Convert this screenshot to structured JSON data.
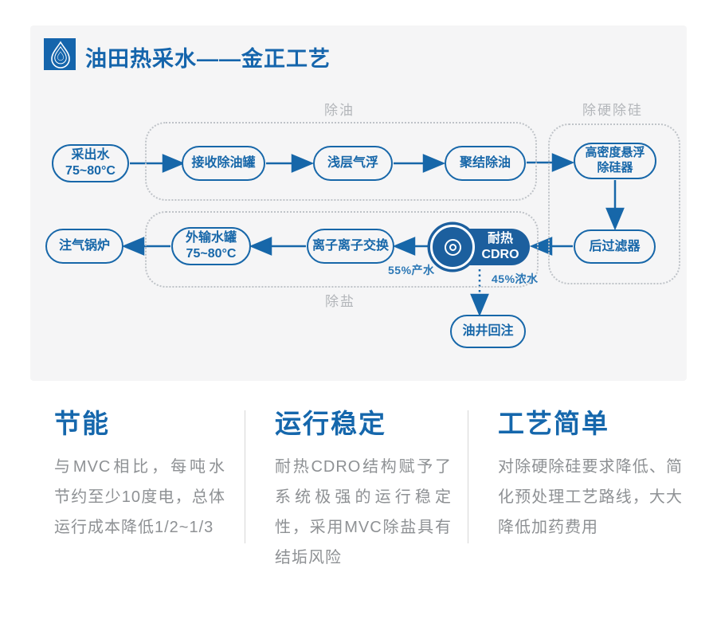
{
  "header": {
    "title": "油田热采水——金正工艺",
    "logo": "water-drop-logo"
  },
  "colors": {
    "blue": "#1767a9",
    "fill_blue": "#1c5f9e",
    "panel_bg": "#f5f5f6",
    "group_label_gray": "#b3b6ba",
    "body_gray": "#8e9194"
  },
  "diagram": {
    "group_labels": {
      "deoil": "除油",
      "dehard": "除硬除硅",
      "desalt": "除盐"
    },
    "nodes": {
      "produced_water": "采出水\n75~80°C",
      "receiving_tank": "接收除油罐",
      "daf": "浅层气浮",
      "coalescing": "聚结除油",
      "densadeg": "高密度悬浮\n除硅器",
      "boiler": "注气锅炉",
      "export_tank": "外输水罐\n75~80°C",
      "ion_exchange": "离子离子交换",
      "cdro": "耐热CDRO",
      "post_filter": "后过滤器",
      "reinjection": "油井回注"
    },
    "flow_notes": {
      "product_water": "55%产水",
      "concentrate": "45%浓水"
    }
  },
  "features": [
    {
      "title": "节能",
      "body": "与MVC相比，每吨水节约至少10度电，总体运行成本降低1/2~1/3"
    },
    {
      "title": "运行稳定",
      "body": "耐热CDRO结构赋予了系统极强的运行稳定性，采用MVC除盐具有结垢风险"
    },
    {
      "title": "工艺简单",
      "body": "对除硬除硅要求降低、简化预处理工艺路线，大大降低加药费用"
    }
  ]
}
